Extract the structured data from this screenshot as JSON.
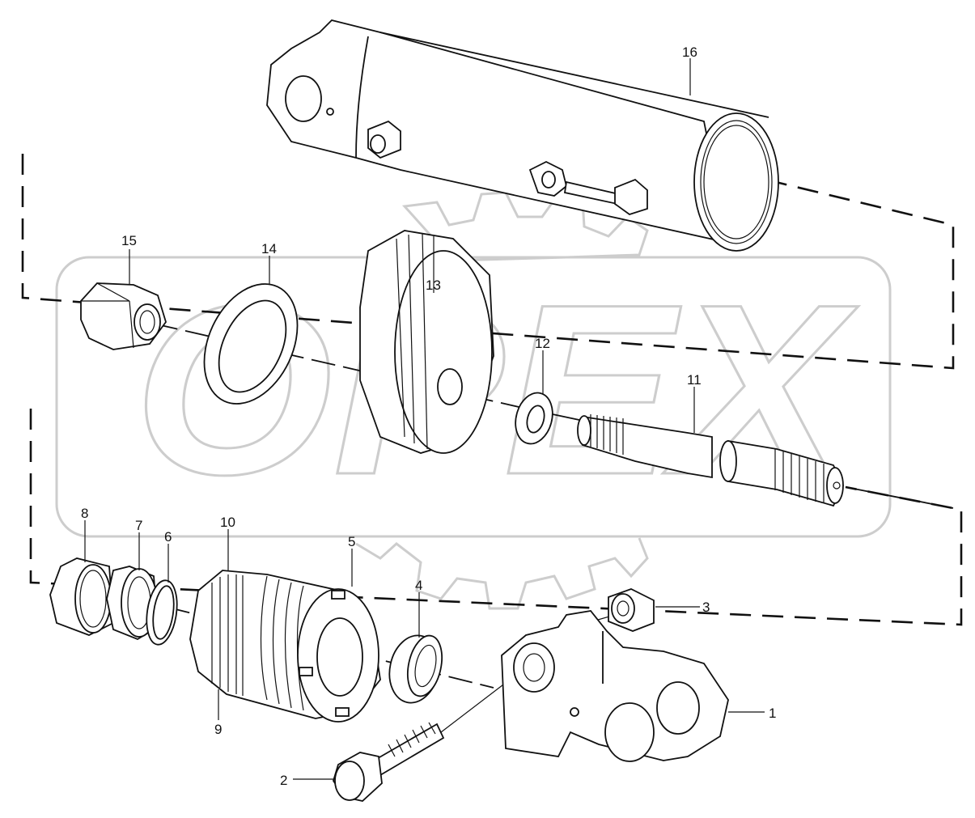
{
  "watermark": {
    "text": "OPEX",
    "color": "#c8c8c8"
  },
  "corner_mark": "",
  "callouts": [
    "1",
    "2",
    "3",
    "4",
    "5",
    "6",
    "7",
    "8",
    "9",
    "10",
    "11",
    "12",
    "13",
    "14",
    "15",
    "16"
  ],
  "line_color": "#111111"
}
